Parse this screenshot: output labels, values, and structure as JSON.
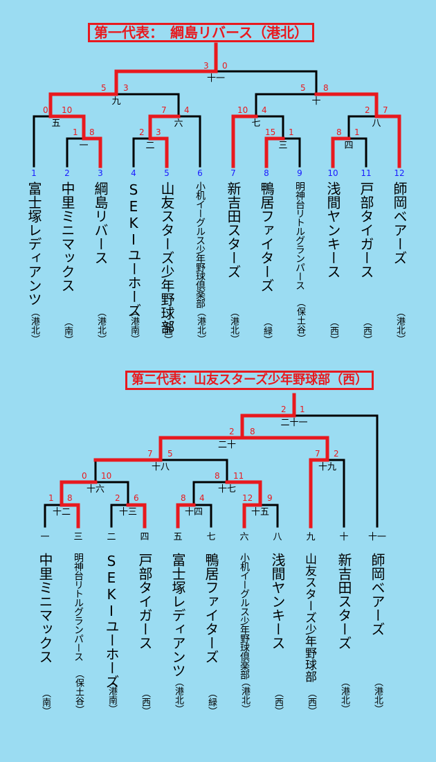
{
  "colors": {
    "background": "#9bdcf2",
    "winner_line": "#e8191e",
    "line": "#000000",
    "seed": "#1a1aff"
  },
  "top": {
    "title": "第一代表：　綱島リバース（港北）",
    "teams": [
      {
        "seed": "1",
        "name": "富士塚レディアンツ",
        "region": "（港北）"
      },
      {
        "seed": "2",
        "name": "中里ミニマックス",
        "region": "（南）"
      },
      {
        "seed": "3",
        "name": "綱島リバース",
        "region": "（港北）"
      },
      {
        "seed": "4",
        "name": "SEKIユーホーズ",
        "region": "（港南）"
      },
      {
        "seed": "5",
        "name": "山友スターズ少年野球部",
        "region": "（西）"
      },
      {
        "seed": "6",
        "name": "小机イーグルス少年野球倶楽部",
        "region": "（港北）"
      },
      {
        "seed": "7",
        "name": "新吉田スターズ",
        "region": "（港北）"
      },
      {
        "seed": "8",
        "name": "鴨居ファイターズ",
        "region": "（緑）"
      },
      {
        "seed": "9",
        "name": "明神台リトルグランパース",
        "region": "（保土谷）"
      },
      {
        "seed": "10",
        "name": "浅間ヤンキース",
        "region": "（西）"
      },
      {
        "seed": "11",
        "name": "戸部タイガース",
        "region": "（西）"
      },
      {
        "seed": "12",
        "name": "師岡ベアーズ",
        "region": "（港北）"
      }
    ],
    "games": [
      "一",
      "二",
      "三",
      "四",
      "五",
      "六",
      "七",
      "八",
      "九",
      "十",
      "十一"
    ],
    "scores": [
      "0",
      "10",
      "1",
      "8",
      "2",
      "3",
      "7",
      "4",
      "15",
      "1",
      "8",
      "1",
      "10",
      "4",
      "2",
      "7",
      "5",
      "3",
      "5",
      "8",
      "3",
      "0"
    ]
  },
  "bottom": {
    "title": "第二代表：山友スターズ少年野球部（西）",
    "teams": [
      {
        "game": "一",
        "name": "中里ミニマックス",
        "region": "（南）"
      },
      {
        "game": "三",
        "name": "明神台リトルグランパース",
        "region": "（保土谷）"
      },
      {
        "game": "二",
        "name": "SEKIユーホーズ",
        "region": "（港南）"
      },
      {
        "game": "四",
        "name": "戸部タイガース",
        "region": "（西）"
      },
      {
        "game": "五",
        "name": "富士塚レディアンツ",
        "region": "（港北）"
      },
      {
        "game": "七",
        "name": "鴨居ファイターズ",
        "region": "（緑）"
      },
      {
        "game": "六",
        "name": "小机イーグルス少年野球倶楽部",
        "region": "（港北）"
      },
      {
        "game": "八",
        "name": "浅間ヤンキース",
        "region": "（西）"
      },
      {
        "game": "九",
        "name": "山友スターズ少年野球部",
        "region": "（西）"
      },
      {
        "game": "十",
        "name": "新吉田スターズ",
        "region": "（港北）"
      },
      {
        "game": "十一",
        "name": "師岡ベアーズ",
        "region": "（港北）"
      }
    ],
    "games": [
      "十二",
      "十三",
      "十四",
      "十五",
      "十六",
      "十七",
      "十八",
      "十九",
      "二十",
      "二十一"
    ],
    "scores": [
      "1",
      "8",
      "2",
      "6",
      "8",
      "4",
      "12",
      "9",
      "0",
      "10",
      "8",
      "11",
      "7",
      "5",
      "7",
      "2",
      "2",
      "8",
      "2",
      "1"
    ]
  }
}
